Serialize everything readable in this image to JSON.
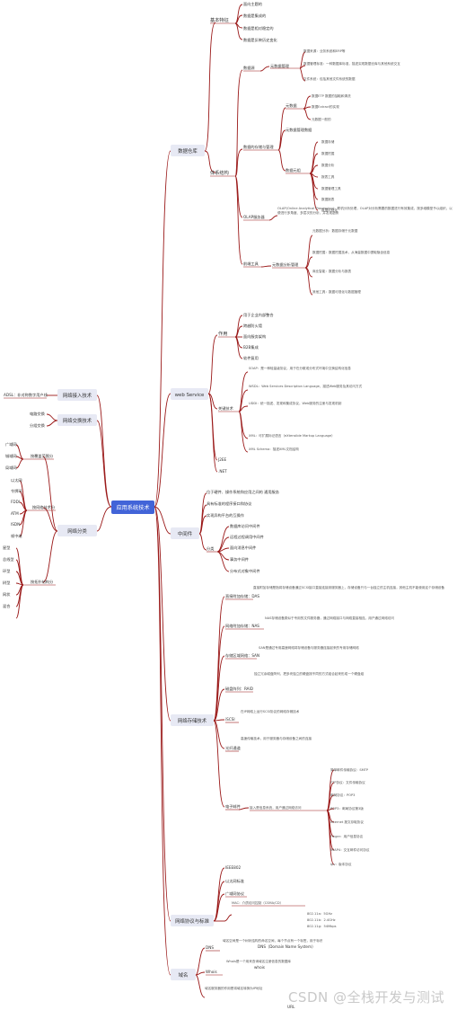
{
  "root": "应用系统技术",
  "topics": {
    "data_warehouse": "数据仓库",
    "web_service": "web Service",
    "middleware": "中间件",
    "network_storage": "网络存储技术",
    "network_protocol": "网络协议与标准",
    "domain": "域名",
    "network_access": "网络接入技术",
    "network_switching": "网络交换技术",
    "network_class": "网络分类"
  },
  "dw": {
    "basic": "基本特征",
    "basic_items": [
      "面向主题的",
      "数据是集成的",
      "数据是相对稳定的",
      "数据是反映历史变化"
    ],
    "structure": "体系结构",
    "source": "数据源",
    "source_sub": "元数据管理",
    "source_items": [
      "数据来源：业务系统和ERP等",
      "数据管理标准：一种数据库标准，描述实现数据仓库与其他系统交互",
      "文件系统：包括其他文件系统的数据"
    ],
    "storage": "数据的存储与管理",
    "storage_a": "元数据",
    "storage_a_items": [
      "数据ETP 数据的抽取和清洗",
      "数据Extract的实现",
      "元数据一般的"
    ],
    "storage_b": "元数据管理数据",
    "storage_c": "数据元组",
    "storage_c_items": [
      "数据存储",
      "数据挖掘",
      "数据分析",
      "报表工具",
      "数据管理工具",
      "数据报表",
      "数据可视化"
    ],
    "olap": "OLAP服务器",
    "olap_text": "OLAP(Online Analytical Processing)：联机分析处理，OLAP对分析需要的数据进行有效集成，按多维模型予以组织，以便进行多角度、多层次的分析，并发现趋势",
    "tools": "前端工具",
    "tools_sub": "元数据分析管理",
    "tools_items": [
      "元数据分析：数据存储于元数据",
      "数据挖掘：数据挖掘技术，从海量数据中提取隐含信息",
      "商业智能：数据分析与报表",
      "其他工具：数据可视化与数据管理"
    ]
  },
  "ws": {
    "role": "作用",
    "role_items": [
      "用于企业内部整合",
      "跨越防火墙",
      "面向服务架构",
      "B2B集成",
      "软件复用"
    ],
    "tech": "关键技术",
    "tech_items": [
      "SOAP：是一种轻量级协议，用于在分散或分布式环境中交换结构化信息",
      "WSDL：Web Services Description Language，描述Web服务及其访问方式",
      "UDDI：统一描述、发现和集成协议，Web服务的注册与发现机制",
      "XML：可扩展标记语言（eXtensible Markup Language）",
      "XML Schema：描述XML文档结构"
    ],
    "j2ee": "J2EE",
    "net": ".NET"
  },
  "mw": {
    "def1": "位于硬件、操作系统和应用之间的 通用服务",
    "def2": "具有标准的程序接口和协议",
    "def3": "实现异构平台的互操作",
    "cls": "分类",
    "cls_items": [
      "数据库访问中间件",
      "远程过程调用中间件",
      "面向消息中间件",
      "事务中间件",
      "分布式对象中间件"
    ]
  },
  "ns": {
    "das": "直接附加存储：DAS",
    "das_text": "直接附加存储是指将存储设备通过SCSI接口直接连接到服务器上，存储设备只与一台独立的主机连接，其他主机不能使用这个存储设备",
    "nas": "网络附加存储：NAS",
    "nas_text": "NAS存储设备类似于专用的文件服务器，通过网络接口与网络直接相连，用户通过网络访问",
    "san": "存储区域网络：SAN",
    "san_text": "SAN是通过专用高速网络将存储设备与服务器连接起来的专用存储网络",
    "raid": "磁盘阵列：RAID",
    "raid_text": "独立冗余磁盘阵列，把多块独立的硬盘按不同的方式组合起来形成一个硬盘组",
    "iscsi": "iSCSI",
    "iscsi_text": "在IP网络上运行SCSI协议的网络存储技术",
    "fc": "光纤通道",
    "fc_text": "高速传输技术，用于服务器与存储设备之间的连接",
    "email": "电子邮件",
    "email_sub": "接入是信息系统，用户通过网络访问",
    "email_items": [
      "简单邮件传输协议：SMTP",
      "FTP协议：文件传输协议",
      "邮局协议：POP3",
      "POP3：邮局协议第3版",
      "Internet 报文存取协议",
      "Finger：用户信息协议",
      "IMAP4：交互邮件访问协议",
      "Ipv：版本协议"
    ]
  },
  "np": {
    "items": [
      "IEEE802",
      "以太网标准",
      "广域网协议"
    ],
    "mac": "MAC：介质访问控制（CSMA/CD）",
    "wifi": [
      "802.11a：5GHz",
      "802.11b：2.4GHz",
      "802.11g：54Mbps"
    ]
  },
  "dm": {
    "dns": "DNS",
    "dns_text": "域名空间是一个树状结构的命名空间，每个节点有一个标签，用于标识",
    "whois": "Whois",
    "whois_text": "Whois是一个用来查询域名注册信息的数据库",
    "third": "域名服务器的作用是将域名转换为IP地址",
    "dns_term": "DNS（Domain Name System）",
    "whois_term": "whois",
    "fourth": "URL"
  },
  "na": {
    "items": [
      "ADSL：非对称数字用户线"
    ]
  },
  "nsw": {
    "items": [
      "电路交换",
      "分组交换"
    ]
  },
  "nc": {
    "g1": "按覆盖范围分",
    "g1_items": [
      "广域网",
      "城域网",
      "局域网"
    ],
    "g2": "按网络技术分",
    "g2_items": [
      "以太网",
      "令牌环",
      "FDDI",
      "ATM",
      "ISDN",
      "帧中继"
    ],
    "g3": "按拓扑结构分",
    "g3_items": [
      "星型",
      "总线型",
      "环型",
      "树型",
      "网状",
      "混合"
    ]
  },
  "watermark": "CSDN @全栈开发与测试"
}
